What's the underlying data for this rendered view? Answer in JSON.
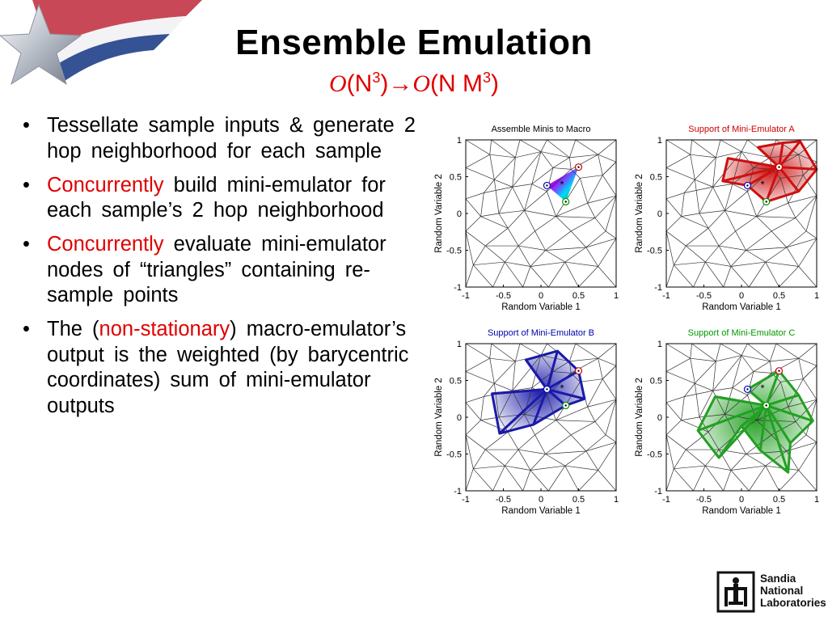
{
  "slide": {
    "title": "Ensemble  Emulation",
    "complexity": {
      "o1": "O",
      "base1": "(N",
      "exp1": "3",
      "close1": ")",
      "arrow": "→",
      "o2": "O",
      "base2": "(N M",
      "exp2": "3",
      "close2": ")"
    }
  },
  "bullets": [
    {
      "parts": [
        {
          "text": "Tessellate  sample  inputs  & generate  2  hop  neighborhood for  each  sample",
          "color": "black"
        }
      ]
    },
    {
      "parts": [
        {
          "text": "Concurrently",
          "color": "red"
        },
        {
          "text": "  build  mini-emulator  for  each  sample’s 2  hop  neighborhood",
          "color": "black"
        }
      ]
    },
    {
      "parts": [
        {
          "text": "Concurrently",
          "color": "red"
        },
        {
          "text": "  evaluate  mini-emulator  nodes  of  “triangles” containing  re-sample  points",
          "color": "black"
        }
      ]
    },
    {
      "parts": [
        {
          "text": "The  (",
          "color": "black"
        },
        {
          "text": "non-stationary",
          "color": "red"
        },
        {
          "text": ")  macro-emulator’s  output  is  the weighted  (by  barycentric coordinates)  sum  of  mini-emulator  outputs",
          "color": "black"
        }
      ]
    }
  ],
  "panels": [
    {
      "title": "Assemble Minis to Macro",
      "title_color": "#000000",
      "highlight": "macro",
      "color": "#000000"
    },
    {
      "title": "Support of Mini-Emulator A",
      "title_color": "#cc0000",
      "highlight": "A",
      "color": "#cc1111"
    },
    {
      "title": "Support of Mini-Emulator B",
      "title_color": "#0000aa",
      "highlight": "B",
      "color": "#1a1aaa"
    },
    {
      "title": "Support of Mini-Emulator C",
      "title_color": "#009900",
      "highlight": "C",
      "color": "#22a022"
    }
  ],
  "axes": {
    "xlabel": "Random Variable 1",
    "ylabel": "Random Variable 2",
    "xticks": [
      "-1",
      "-0.5",
      "0",
      "0.5",
      "1"
    ],
    "yticks": [
      "1",
      "0.5",
      "0",
      "-0.5",
      "-1"
    ]
  },
  "markers": {
    "star": "*"
  },
  "logo": {
    "line1": "Sandia",
    "line2": "National",
    "line3": "Laboratories"
  }
}
